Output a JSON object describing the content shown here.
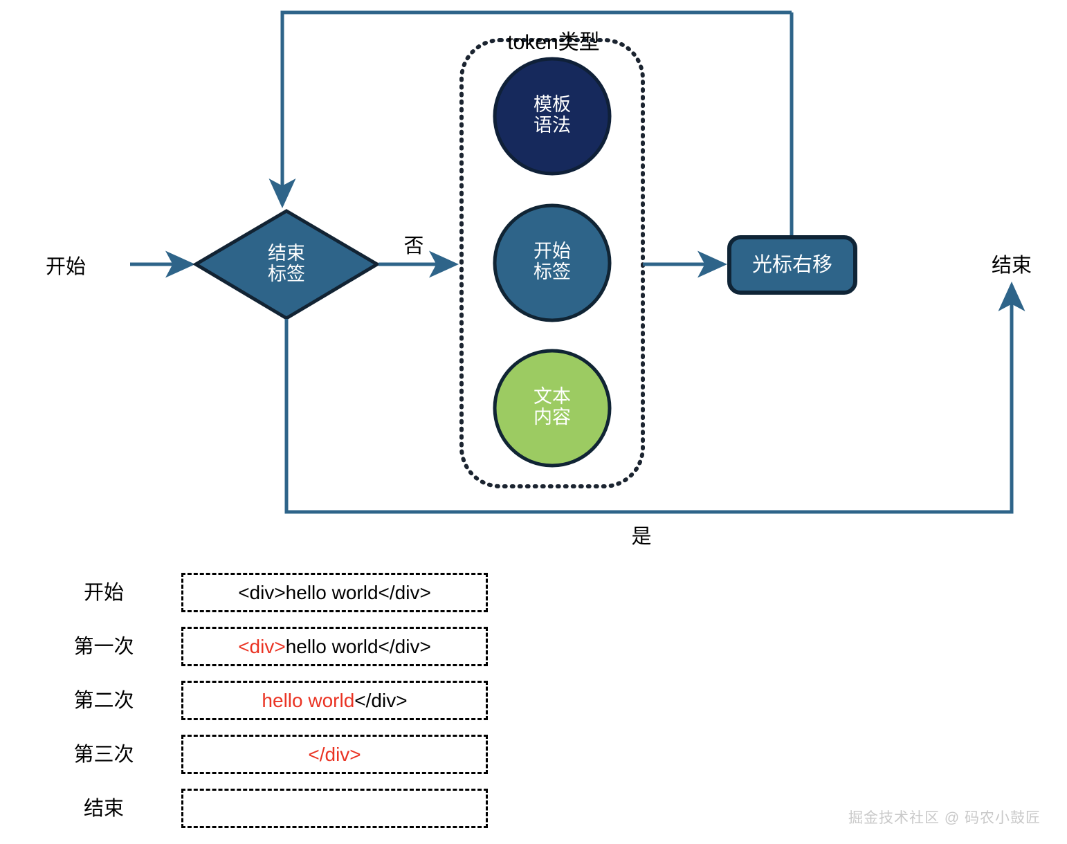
{
  "diagram": {
    "title_group": "token类型",
    "start_label": "开始",
    "end_label": "结束",
    "decision": {
      "line1": "结束",
      "line2": "标签",
      "text": "结束\n标签"
    },
    "branch_no_label": "否",
    "branch_yes_label": "是",
    "token_types": [
      {
        "id": "template-syntax",
        "text": "模板\n语法",
        "fill": "#16295C",
        "stroke": "#0f2038",
        "text_color": "#ffffff"
      },
      {
        "id": "start-tag",
        "text": "开始\n标签",
        "fill": "#2E6489",
        "stroke": "#102434",
        "text_color": "#ffffff"
      },
      {
        "id": "text-content",
        "text": "文本\n内容",
        "fill": "#9CCB62",
        "stroke": "#102434",
        "text_color": "#ffffff"
      }
    ],
    "action_box": {
      "text": "光标右移",
      "fill": "#2E6489",
      "stroke": "#0f2436"
    },
    "colors": {
      "connector": "#2E6489",
      "dotted_group": "#1b2430",
      "diamond_fill": "#2E6489",
      "diamond_stroke": "#122333"
    }
  },
  "trace": {
    "rows": [
      {
        "label": "开始",
        "segments": [
          {
            "text": "<div>hello world</div>",
            "color": "black"
          }
        ]
      },
      {
        "label": "第一次",
        "segments": [
          {
            "text": "<div>",
            "color": "red"
          },
          {
            "text": "hello world</div>",
            "color": "black"
          }
        ]
      },
      {
        "label": "第二次",
        "segments": [
          {
            "text": "hello world",
            "color": "red"
          },
          {
            "text": "</div>",
            "color": "black"
          }
        ]
      },
      {
        "label": "第三次",
        "segments": [
          {
            "text": "</div>",
            "color": "red"
          }
        ]
      },
      {
        "label": "结束",
        "segments": []
      }
    ]
  },
  "watermark": {
    "text": "掘金技术社区 @ 码农小鼓匠"
  }
}
